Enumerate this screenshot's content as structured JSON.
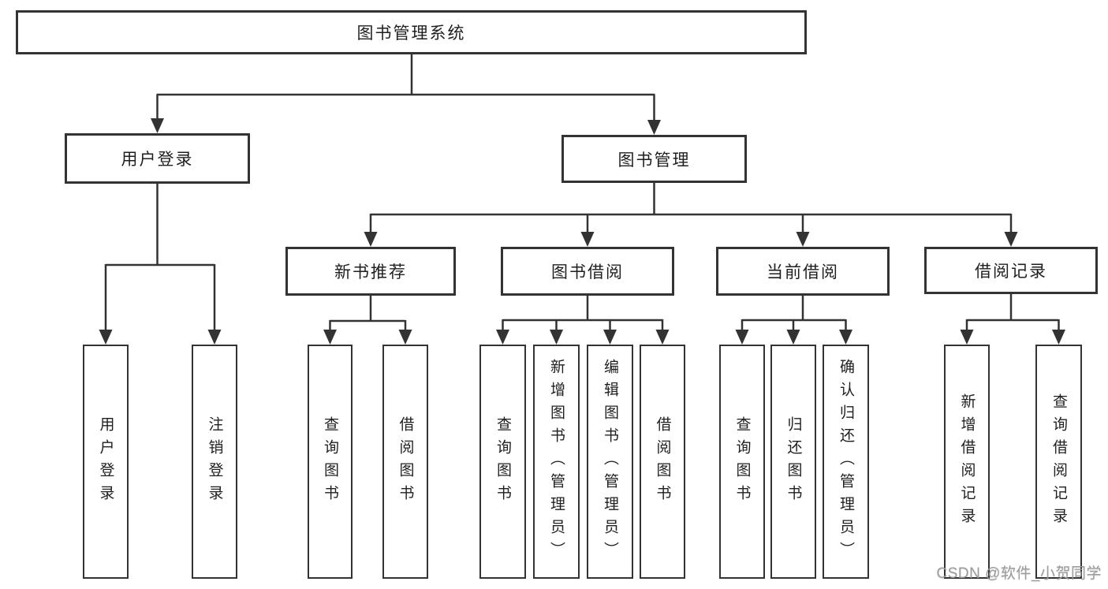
{
  "tree": {
    "root": "图书管理系统",
    "branches": [
      {
        "label": "用户登录",
        "children": [
          "用户登录",
          "注销登录"
        ]
      },
      {
        "label": "图书管理",
        "sections": [
          {
            "label": "新书推荐",
            "children": [
              "查询图书",
              "借阅图书"
            ]
          },
          {
            "label": "图书借阅",
            "children": [
              "查询图书",
              "新增图书（管理员）",
              "编辑图书（管理员）",
              "借阅图书"
            ]
          },
          {
            "label": "当前借阅",
            "children": [
              "查询图书",
              "归还图书",
              "确认归还（管理员）"
            ]
          },
          {
            "label": "借阅记录",
            "children": [
              "新增借阅记录",
              "查询借阅记录"
            ]
          }
        ]
      }
    ]
  },
  "watermark": "CSDN @软件_小贺同学",
  "colors": {
    "line": "#333333",
    "box_border": "#333333",
    "box_fill": "#ffffff",
    "text": "#1f1f1f",
    "watermark": "#9b9b9b",
    "background": "#ffffff"
  }
}
